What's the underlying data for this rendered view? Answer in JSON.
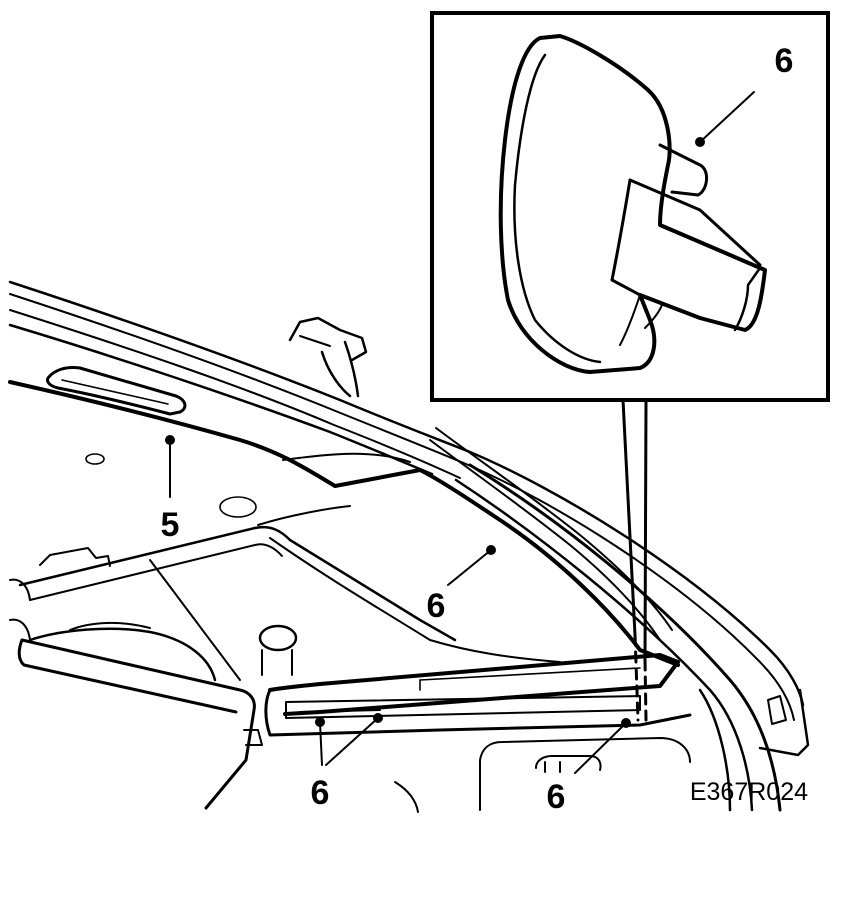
{
  "diagram": {
    "figure_code": "E367R024",
    "callouts": {
      "part5": "5",
      "inset_part6": "6",
      "roof_part6": "6",
      "rail_part6": "6",
      "clip_part6": "6"
    }
  }
}
